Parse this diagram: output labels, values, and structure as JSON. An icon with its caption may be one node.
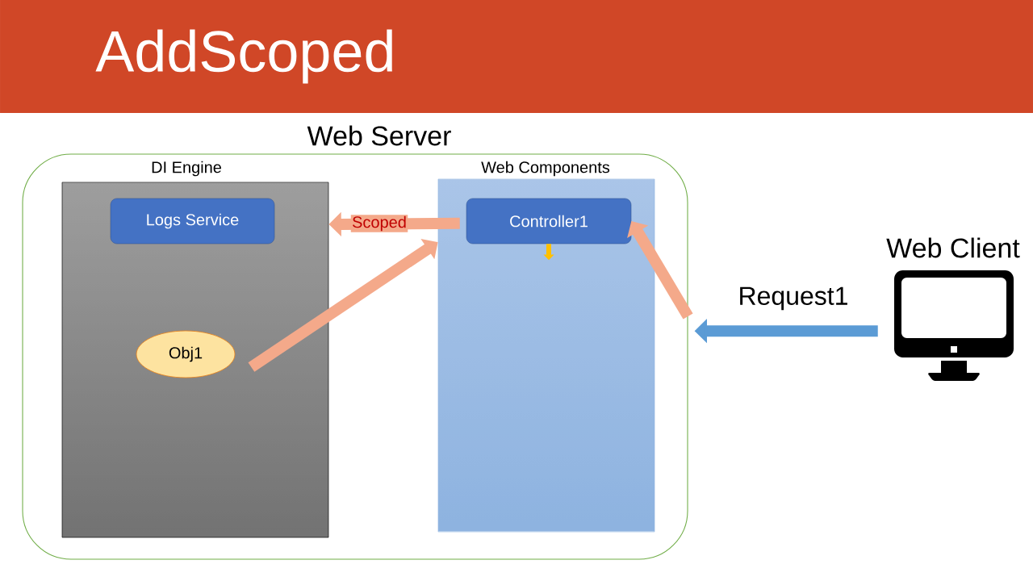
{
  "diagram": {
    "title": "AddScoped",
    "nodes": [
      {
        "text": [
          "Web Server"
        ]
      },
      {
        "text": [
          "DI Engine"
        ],
        "in": 0
      },
      {
        "text": [
          "Logs Service"
        ],
        "in": 1
      },
      {
        "text": [
          "Obj1"
        ],
        "in": 1
      },
      {
        "text": [
          "Web Components"
        ],
        "in": 0
      },
      {
        "text": [
          "Controller1"
        ],
        "in": 4
      },
      {
        "text": [
          "Web Client"
        ]
      }
    ],
    "edges": [
      {
        "from": 6,
        "to": 0,
        "arrow": "to",
        "label": "Request1",
        "color": "#5b9bd5"
      },
      {
        "from": 0,
        "to": 5,
        "arrow": "to"
      },
      {
        "from": 3,
        "to": 4,
        "arrow": "to"
      },
      {
        "from": 5,
        "to": 1,
        "arrow": "to",
        "label": "Scoped"
      },
      {
        "from": 5,
        "to": null,
        "arrow": "to",
        "color": "#ffc000"
      }
    ]
  }
}
